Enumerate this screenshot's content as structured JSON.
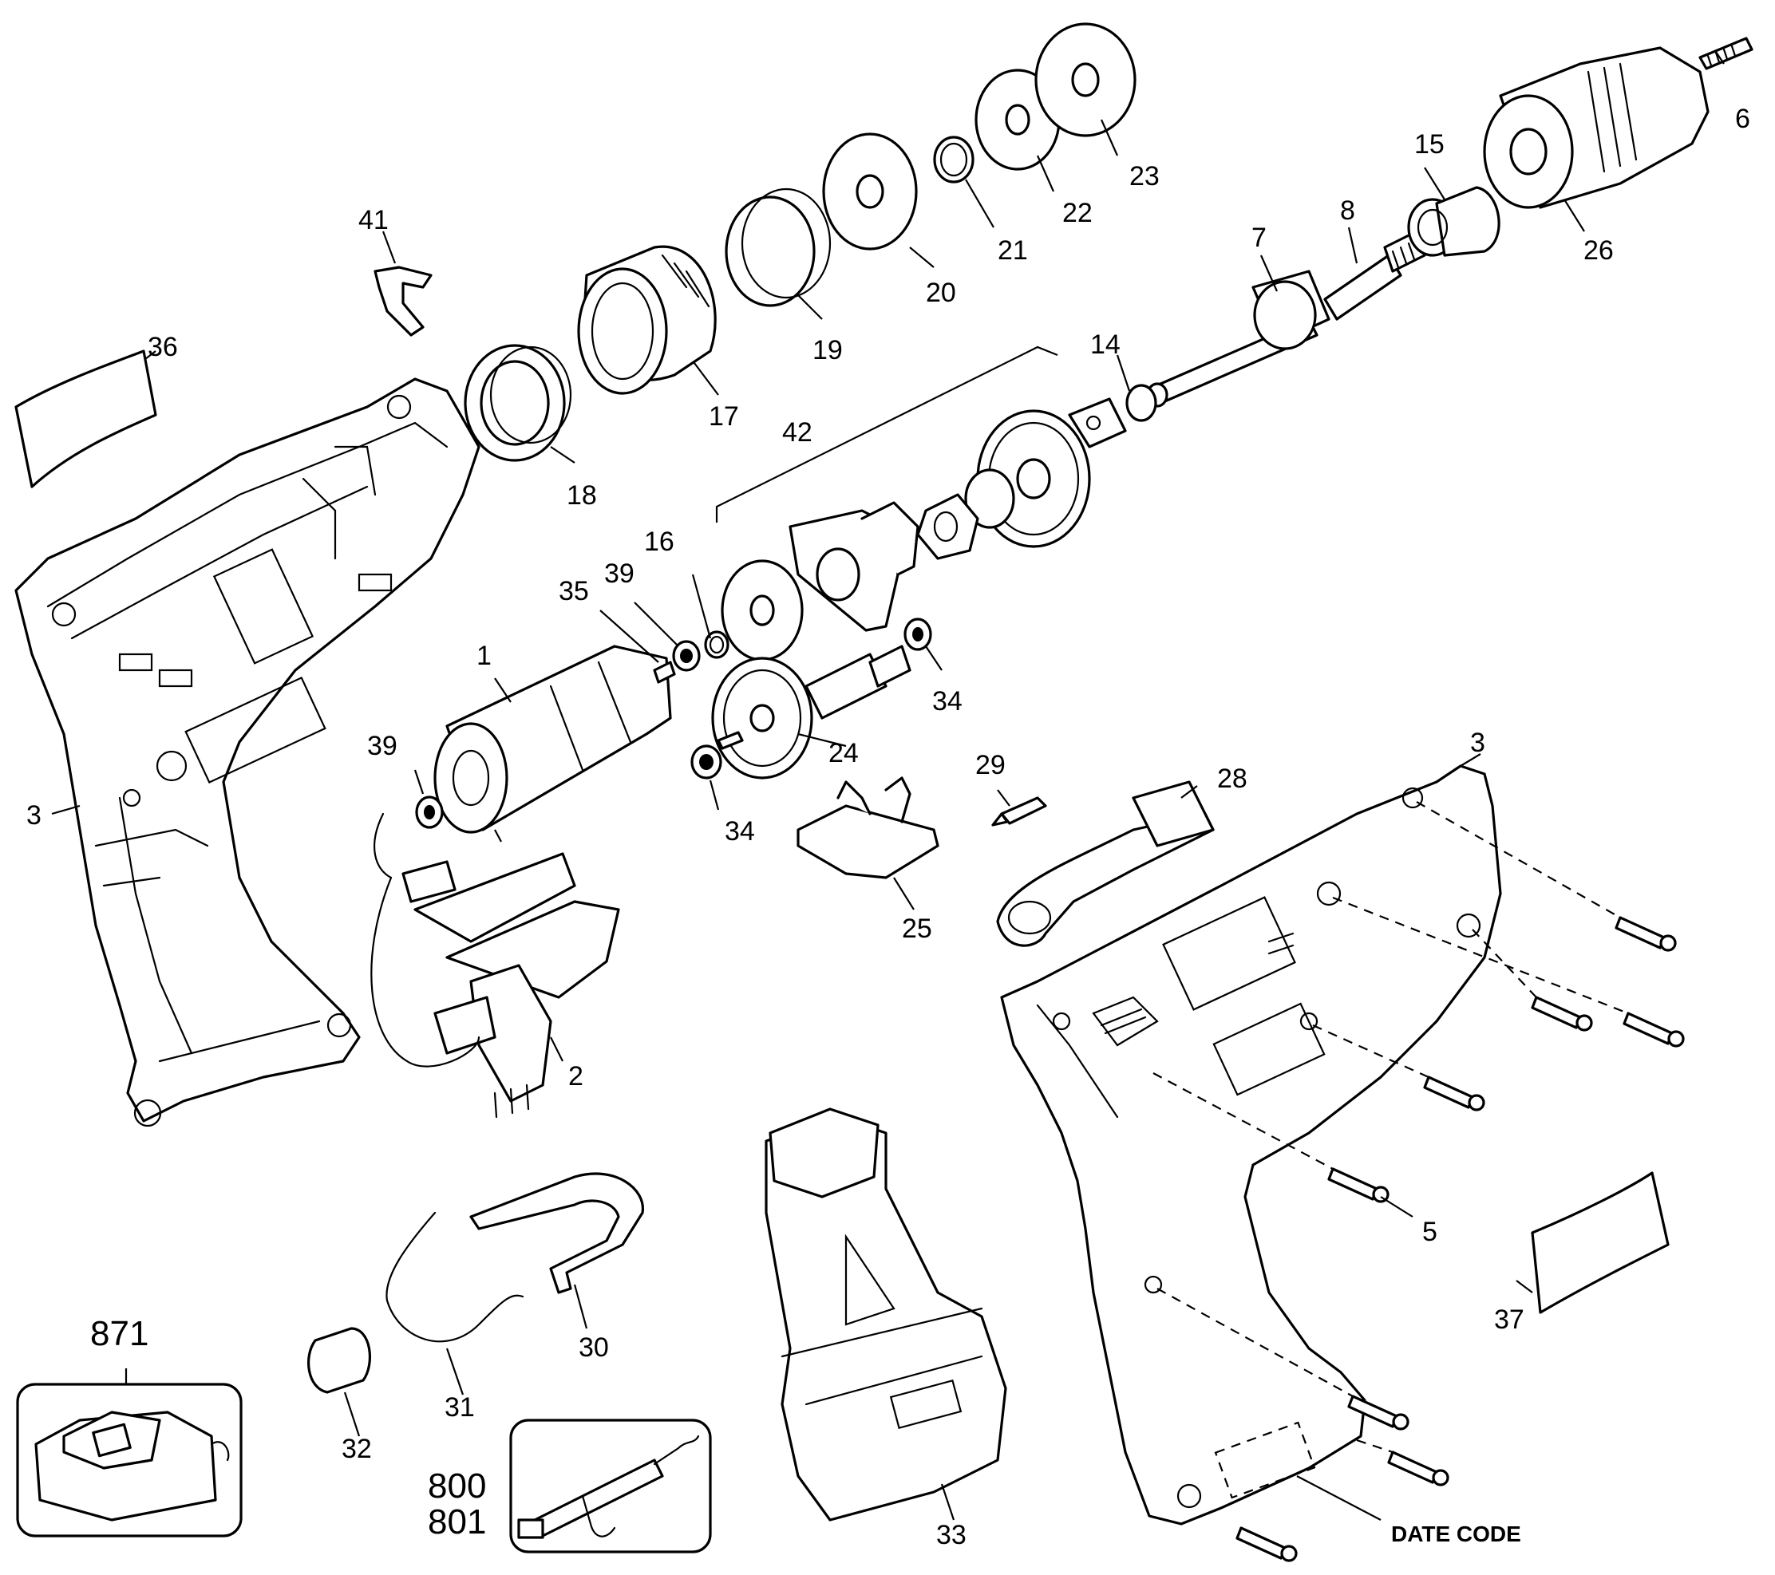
{
  "diagram": {
    "callouts": {
      "c6": "6",
      "c15": "15",
      "c8": "8",
      "c7": "7",
      "c26": "26",
      "c23": "23",
      "c22": "22",
      "c21": "21",
      "c20": "20",
      "c19": "19",
      "c17": "17",
      "c18": "18",
      "c41": "41",
      "c36": "36",
      "c14": "14",
      "c42": "42",
      "c16": "16",
      "c39a": "39",
      "c35": "35",
      "c1": "1",
      "c34a": "34",
      "c24": "24",
      "c39b": "39",
      "c34b": "34",
      "c29": "29",
      "c28": "28",
      "c25": "25",
      "c3a": "3",
      "c3b": "3",
      "c2": "2",
      "c5": "5",
      "c37": "37",
      "c30": "30",
      "c31": "31",
      "c32": "32",
      "c33": "33",
      "c871": "871",
      "c800": "800",
      "c801": "801"
    },
    "date_code": "DATE CODE"
  }
}
